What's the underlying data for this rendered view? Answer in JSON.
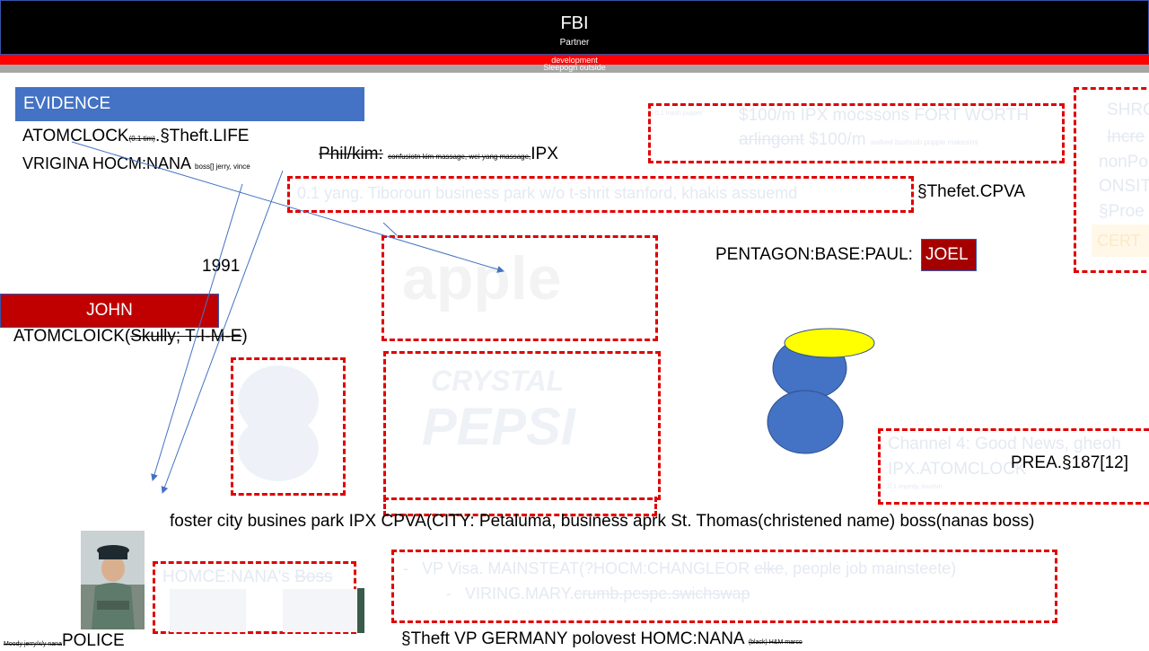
{
  "header": {
    "title": "FBI",
    "subtitle": "Partner"
  },
  "bars": {
    "red_text": "development",
    "grey_text": "Sleepogn outside"
  },
  "evidence_label": "EVIDENCE",
  "atomclock": {
    "pre": "ATOMCLOCK",
    "small": "(0.1 tim)",
    "post": ".§Theft.LIFE"
  },
  "virgina": {
    "main": "VRIGINA HOCM:NANA",
    "small": "boss[] jerry, vince"
  },
  "phil": {
    "main": "Phil/kim:",
    "small": "confusiotn kim massage, wei-yang massage,",
    "end": "IPX"
  },
  "top_right_box": {
    "tiny": "0.1 mash pupper",
    "line1": "$100/m IPX mocssons FORT WORTH",
    "line2_strike": "arlingont",
    "line2": " $100/m",
    "line2_small": "walked bushush pupple makesins"
  },
  "far_right": {
    "lines": [
      "SHRO",
      "Incre",
      "nonPo",
      "ONSIT",
      "§Proe"
    ],
    "cert": "CERT"
  },
  "yang_box": {
    "text": "0.1 yang. Tiboroun business park w/o t-shrit stanford, khakis assuemd"
  },
  "thefet_cpva": "§Thefet.CPVA",
  "pentagon": {
    "text": "PENTAGON:BASE:PAUL:",
    "badge": "JOEL"
  },
  "apple_logo": "apple",
  "pepsi_logo": [
    "CRYSTAL",
    "PEPSI"
  ],
  "year": "1991",
  "john_label": "JOHN",
  "atomcloick": {
    "pre": "ATOMCLOICK(",
    "strike": "Skully;  T-I-M-E",
    "post": ")"
  },
  "channel_box": {
    "line1": "Channel 4: Good News, gheoh",
    "line2": "IPX.ATOMCLOCK",
    "small": "0.1 impedy, tourism"
  },
  "prea": "PREA.§187[12]",
  "foster_line": "foster city busines park IPX CPVA(CITY: Petaluma, business aprk St. Thomas(christened name) boss(nanas boss)",
  "homce_box": {
    "text": "HOMCE:NANA's ",
    "strike": "Boss"
  },
  "vp_box": {
    "line1_pre": "VP Visa. MAINSTEAT(?HOCM:CHANGLEOR ",
    "line1_strike": "elke",
    "line1_post": ", people job mainsteete)",
    "line2_pre": "VIRING.MARY.",
    "line2_strike": "crumb.pespe.swichswap"
  },
  "police": {
    "small": "Moody jerry/x/y nana",
    "text": "POLICE"
  },
  "bottom_line": {
    "text": "§Theft VP GERMANY polovest HOMC:NANA",
    "small": "(black) H&M marco"
  },
  "colors": {
    "evidence_blue": "#4472c4",
    "john_red": "#c00000",
    "joel_red": "#a50000",
    "dash_red": "#e00000",
    "circle_blue": "#4472c4",
    "ellipse_yellow": "#ffff00"
  }
}
